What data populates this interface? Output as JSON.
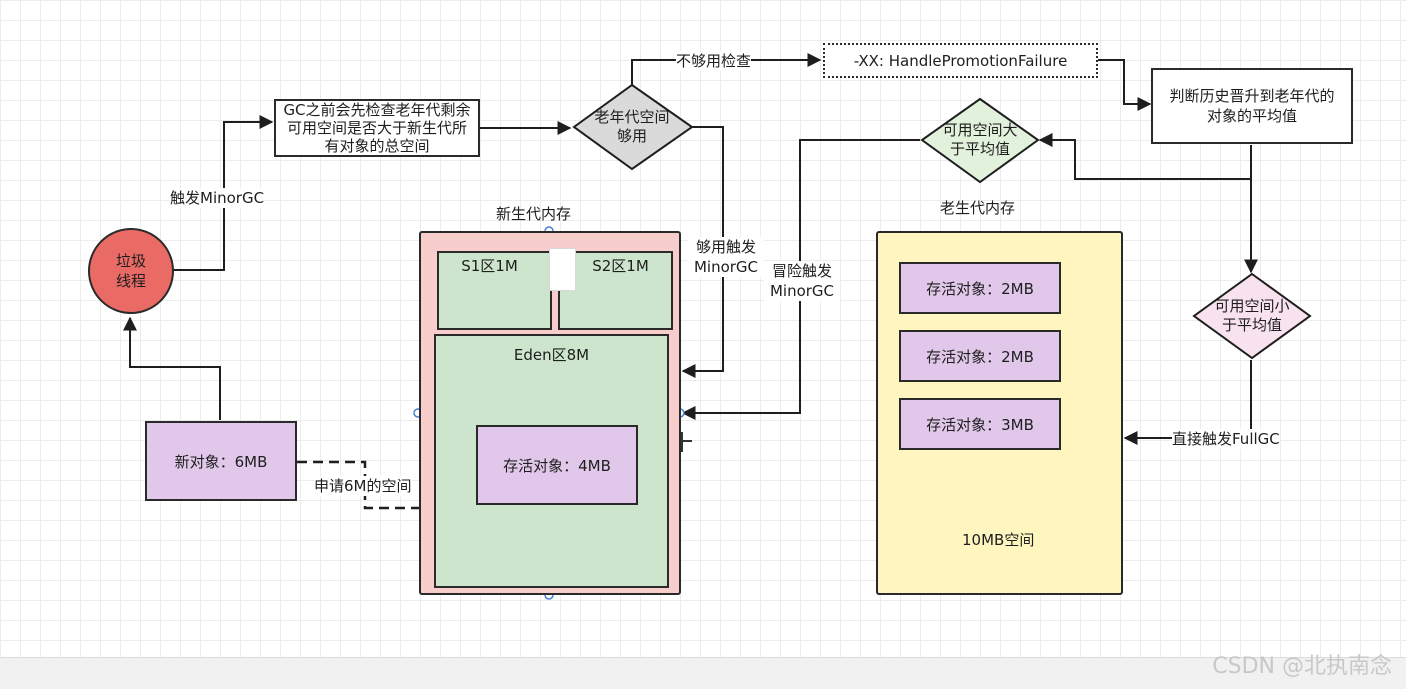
{
  "labels": {
    "trigger_minor_gc": "触发MinorGC",
    "not_enough_check": "不够用检查",
    "enough_trigger": "够用触发\nMinorGC",
    "risk_trigger": "冒险触发\nMinorGC",
    "young_gen_memory": "新生代内存",
    "old_gen_memory": "老生代内存",
    "request_space": "申请6M的空间",
    "direct_full_gc": "直接触发FullGC"
  },
  "nodes": {
    "gc_thread": "垃圾\n线程",
    "gc_check": "GC之前会先检查老年代剩余可用空间是否大于新生代所有对象的总空间",
    "old_enough": "老年代空间\n够用",
    "handle_promotion": "-XX: HandlePromotionFailure",
    "judge_history": "判断历史晋升到老年代的对象的平均值",
    "avail_greater": "可用空间大\n于平均值",
    "avail_less": "可用空间小\n于平均值",
    "new_object": "新对象：6MB"
  },
  "young_gen": {
    "s1": "S1区1M",
    "s2": "S2区1M",
    "eden": "Eden区8M",
    "eden_live": "存活对象：4MB"
  },
  "old_gen": {
    "live_objects": [
      "存活对象：2MB",
      "存活对象：2MB",
      "存活对象：3MB"
    ],
    "capacity": "10MB空间"
  },
  "watermark": "CSDN @北执南念",
  "colors": {
    "gc_thread_fill": "#ea6b66",
    "box_stroke": "#2a2a2a",
    "object_fill": "#e1c8ea",
    "young_outer_fill": "#f8cecc",
    "region_fill": "#cde5cd",
    "old_fill": "#fff6bf",
    "diamond_grey": "#dadada",
    "diamond_green": "#e2f1dc",
    "diamond_pink": "#f8e2ef"
  }
}
